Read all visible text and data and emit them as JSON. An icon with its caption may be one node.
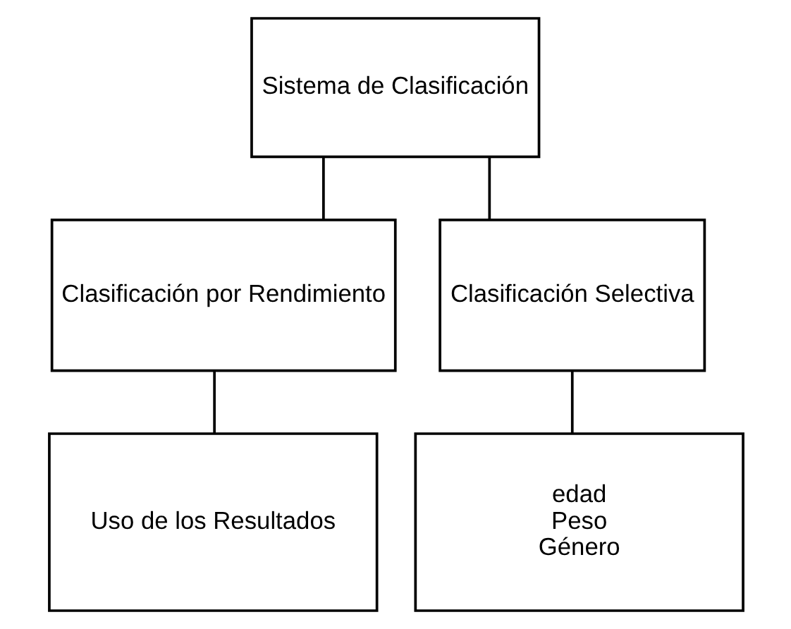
{
  "diagram": {
    "nodes": [
      {
        "text": [
          "Sistema de Clasificación"
        ]
      },
      {
        "text": [
          "Clasificación por Rendimiento"
        ]
      },
      {
        "text": [
          "Clasificación Selectiva"
        ]
      },
      {
        "text": [
          "Uso de los Resultados"
        ]
      },
      {
        "text": [
          "edad",
          "Peso",
          "Género"
        ]
      }
    ],
    "edges": [
      {
        "from": 0,
        "to": 1,
        "arrow": "none"
      },
      {
        "from": 0,
        "to": 2,
        "arrow": "none"
      },
      {
        "from": 1,
        "to": 3,
        "arrow": "none"
      },
      {
        "from": 2,
        "to": 4,
        "arrow": "none"
      }
    ]
  }
}
